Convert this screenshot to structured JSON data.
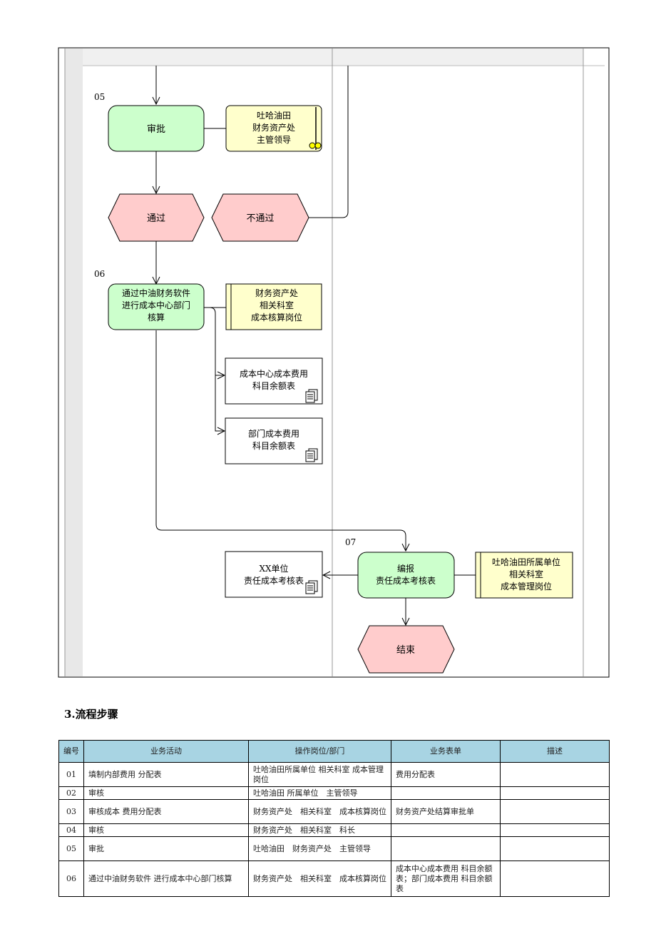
{
  "diagram": {
    "step_05": "05",
    "step_06": "06",
    "step_07": "07",
    "approve": "审批",
    "approve_role": [
      "吐哈油田",
      "财务资产处",
      "主管领导"
    ],
    "pass": "通过",
    "fail": "不通过",
    "process": [
      "通过中油财务软件",
      "进行成本中心部门",
      "核算"
    ],
    "process_role": [
      "财务资产处",
      "相关科室",
      "成本核算岗位"
    ],
    "doc1": [
      "成本中心成本费用",
      "科目余额表"
    ],
    "doc2": [
      "部门成本费用",
      "科目余额表"
    ],
    "report": [
      "编报",
      "责任成本考核表"
    ],
    "report_doc": [
      "XX单位",
      "责任成本考核表"
    ],
    "report_role": [
      "吐哈油田所属单位",
      "相关科室",
      "成本管理岗位"
    ],
    "end": "结束"
  },
  "section_title": "3.流程步骤",
  "table": {
    "headers": [
      "编号",
      "业务活动",
      "操作岗位/部门",
      "业务表单",
      "描述"
    ],
    "rows": [
      {
        "num": "01",
        "activity": "填制内部费用 分配表",
        "role": "吐哈油田所属单位 相关科室 成本管理岗位",
        "form": "费用分配表",
        "desc": ""
      },
      {
        "num": "02",
        "activity": "审核",
        "role": "吐哈油田 所属单位　主管领导",
        "form": "",
        "desc": ""
      },
      {
        "num": "03",
        "activity": "审核成本 费用分配表",
        "role": "财务资产处　相关科室　成本核算岗位",
        "form": "财务资产处结算审批单",
        "desc": ""
      },
      {
        "num": "04",
        "activity": "审核",
        "role": "财务资产处　相关科室　科长",
        "form": "",
        "desc": ""
      },
      {
        "num": "05",
        "activity": "审批",
        "role": "吐哈油田　财务资产处　主管领导",
        "form": "",
        "desc": ""
      },
      {
        "num": "06",
        "activity": "通过中油财务软件 进行成本中心部门核算",
        "role": "财务资产处　相关科室　成本核算岗位",
        "form": "成本中心成本费用 科目余额表；部门成本费用 科目余额表",
        "desc": ""
      }
    ]
  },
  "colors": {
    "function_fill": "#ccffcc",
    "role_fill": "#ffffcc",
    "event_fill": "#ffcccc",
    "header_fill": "#a8d4e3"
  },
  "icons": [
    "role-person-icon",
    "document-icon"
  ]
}
